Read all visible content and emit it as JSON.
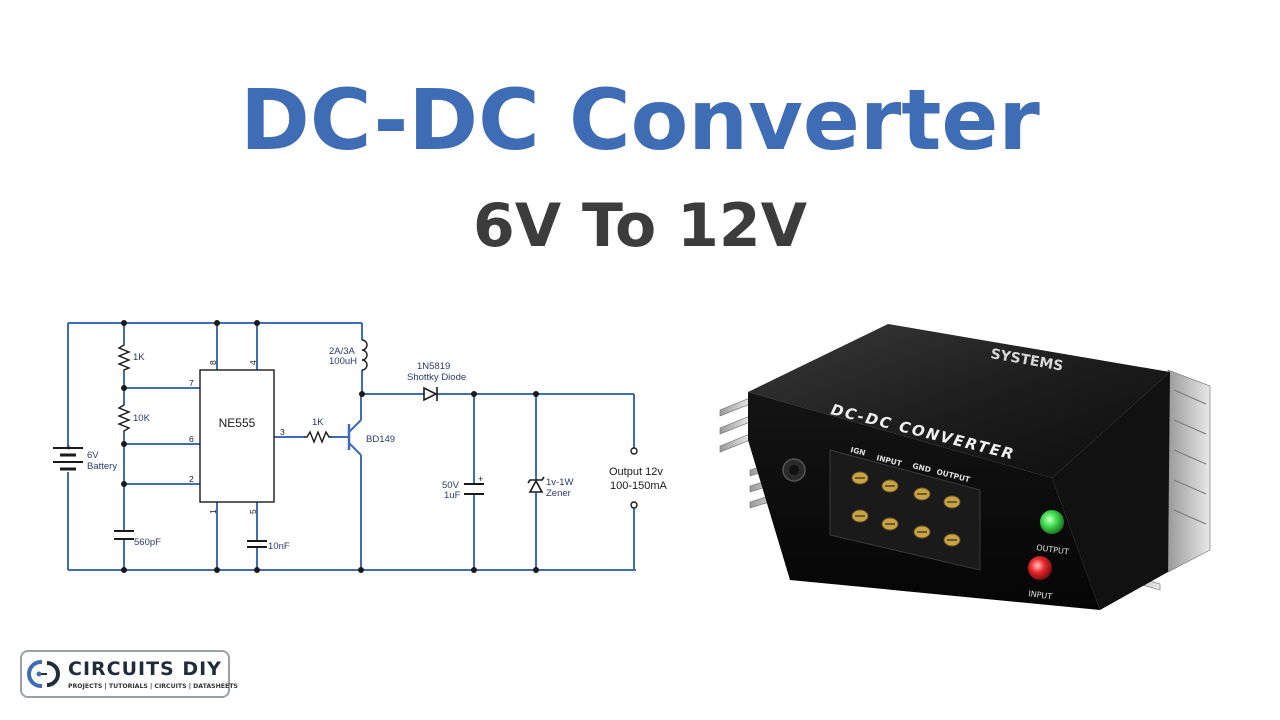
{
  "header": {
    "title": "DC-DC Converter",
    "subtitle": "6V To 12V"
  },
  "schematic": {
    "wire_color": "#3f6db5",
    "ic": {
      "name": "NE555",
      "pins": [
        "8",
        "4",
        "7",
        "6",
        "2",
        "3",
        "1",
        "5"
      ]
    },
    "components": {
      "r1": "1K",
      "r2": "10K",
      "r3": "1K",
      "c1": "560pF",
      "c2": "10nF",
      "battery_voltage": "6V",
      "battery_label": "Battery",
      "inductor_rating": "2A/3A",
      "inductor_value": "100uH",
      "transistor": "BD149",
      "diode_part": "1N5819",
      "diode_type": "Shottky Diode",
      "cap_voltage": "50V",
      "cap_value": "1uF",
      "zener_rating": "1v-1W",
      "zener_label": "Zener",
      "output_line1": "Output 12v",
      "output_line2": "100-150mA",
      "plus": "+"
    }
  },
  "device": {
    "brand": "SYSTEMS",
    "label": "DC-DC CONVERTER",
    "terminals": [
      "IGN",
      "INPUT",
      "GND",
      "OUTPUT"
    ],
    "led_output": "OUTPUT",
    "led_input": "INPUT",
    "led_output_color": "#3ddc4a",
    "led_input_color": "#e8262b"
  },
  "logo": {
    "name": "CIRCUITS DIY",
    "tagline": "PROJECTS | TUTORIALS | CIRCUITS | DATASHEETS"
  }
}
